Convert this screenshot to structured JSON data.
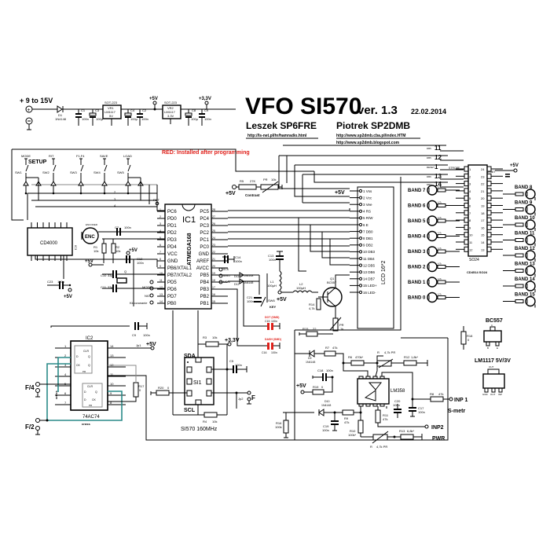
{
  "title": {
    "main": "VFO SI570",
    "version": "ver. 1.3",
    "date": "22.02.2014",
    "author1": "Leszek SP6FRE",
    "author1_url": "http://ls-net.pl/hr/hamradio.html",
    "author2": "Piotrek SP2DMB",
    "author2_url1": "http://www.sp2dmb.cba.pl/index.HTM",
    "author2_url2": "http://www.sp2dmb.blogspot.com"
  },
  "note": {
    "text": "RED: Installed after programming",
    "color": "#e0201a"
  },
  "power": {
    "input_label": "+ 9 to 15V",
    "d1": "D1",
    "d1_val": "1N4148",
    "c1": "C1",
    "c1_val": "100n",
    "c3": "C3",
    "c3_val": "100µ",
    "vr1_pkg": "SOT-223",
    "vr1": "VR1",
    "vr1_part": "LM1117",
    "vr1_v": "5V",
    "c4": "C4",
    "c4_val": "100µ",
    "c2": "C2",
    "c2_val": "100n",
    "rail5": "+5V",
    "vr2_pkg": "SOT-223",
    "vr2": "VR2",
    "vr2_part": "LM1117",
    "vr2_v": "3.3V",
    "c8": "C8",
    "c8_val": "100µ",
    "c9": "C9",
    "c9_val": "100n",
    "rail33": "+3,3V"
  },
  "switches": {
    "setup_label": "SETUP",
    "items": [
      {
        "label": "MODE",
        "ref": "SW1"
      },
      {
        "label": "RIT",
        "ref": "SW2"
      },
      {
        "label": "F1,F4",
        "ref": "SW3"
      },
      {
        "label": "SAVE",
        "ref": "SW4"
      },
      {
        "label": "LOAD",
        "ref": "SW5"
      }
    ],
    "bus": [
      "1",
      "2",
      "3",
      "4"
    ]
  },
  "cd4000": {
    "name": "CD4000",
    "ref": "IC3",
    "c23": "C23",
    "c23_val": "100n",
    "vcc": "+5V"
  },
  "encoder": {
    "label": "ENC",
    "ref": "ENCODER"
  },
  "passives_left": {
    "c7": "C7",
    "c7_val": "100n",
    "r1": "R1",
    "r1_val": "10k",
    "r2": "R2",
    "r2_val": "10k",
    "vcc": "+5V",
    "vcc2": "+5V",
    "c12": "C12",
    "c12_val": "100n",
    "c10": "C10",
    "c10_val": "33p",
    "c11": "C11",
    "c11_val": "33p",
    "xtal": "Q",
    "mode_sw": "MODE",
    "nic": "NIC",
    "kluczowanie": "Kluczowanie",
    "rst": "RST"
  },
  "ic1": {
    "ref": "IC1",
    "part": "ATMEGA168",
    "left_pins": [
      {
        "num": "1",
        "name": "PC6"
      },
      {
        "num": "2",
        "name": "PD0"
      },
      {
        "num": "3",
        "name": "PD1"
      },
      {
        "num": "4",
        "name": "PD2"
      },
      {
        "num": "5",
        "name": "PD3"
      },
      {
        "num": "6",
        "name": "PD4"
      },
      {
        "num": "7",
        "name": "VCC"
      },
      {
        "num": "8",
        "name": "GND"
      },
      {
        "num": "9",
        "name": "PB6/XTAL1"
      },
      {
        "num": "10",
        "name": "PB7/XTAL2"
      },
      {
        "num": "11",
        "name": "PD5"
      },
      {
        "num": "12",
        "name": "PD6"
      },
      {
        "num": "13",
        "name": "PD7"
      },
      {
        "num": "14",
        "name": "PB0"
      }
    ],
    "right_pins": [
      {
        "num": "28",
        "name": "PC5"
      },
      {
        "num": "27",
        "name": "PC4"
      },
      {
        "num": "26",
        "name": "PC3"
      },
      {
        "num": "25",
        "name": "PC2"
      },
      {
        "num": "24",
        "name": "PC1"
      },
      {
        "num": "23",
        "name": "PC0"
      },
      {
        "num": "22",
        "name": "GND"
      },
      {
        "num": "21",
        "name": "AREF"
      },
      {
        "num": "20",
        "name": "AVCC"
      },
      {
        "num": "19",
        "name": "PB5"
      },
      {
        "num": "18",
        "name": "PB4"
      },
      {
        "num": "17",
        "name": "PB3"
      },
      {
        "num": "16",
        "name": "PB2"
      },
      {
        "num": "15",
        "name": "PB1"
      }
    ]
  },
  "mid": {
    "c14": "C14",
    "c14_val": "100n",
    "c13": "C13",
    "c13_val": "100n",
    "sck": "SCK",
    "miso": "MISO",
    "mosi": "MOSI",
    "d11": "D11",
    "d11_val": "1N4148",
    "d12": "D12",
    "d12_val": "1N4148",
    "l1": "L1",
    "l1_val": "100µH",
    "l2": "L2",
    "l2_val": "100µH",
    "vcc": "+5V",
    "c21": "C21",
    "c21_val": "100n",
    "sw6": "SW6",
    "key": "KEY",
    "c15_title": "DOT (SMD)",
    "c15": "C15",
    "c15_val": "100n",
    "c16_title": "DASH (SMD)",
    "c16": "C16",
    "c16_val": "100n",
    "q1": "Q1",
    "q1_part": "BC557",
    "r14": "R14",
    "r14_val": "4,7k",
    "r15": "R15",
    "r15_val": "22",
    "pr": "PR",
    "pr_val": "1k"
  },
  "contrast": {
    "r5": "R5",
    "r5_val": "27K",
    "pr": "PR",
    "pr_val": "10k",
    "label": "Contrast",
    "vcc": "+5V"
  },
  "lcd": {
    "label": "LCD 16*2",
    "vcc": "+5V",
    "pins": [
      "1 Vss",
      "2 Vcc",
      "3 Vee",
      "4 RS",
      "5 R/W",
      "6 E",
      "7 DB0",
      "8 DB1",
      "9 DB2",
      "10 DB3",
      "11 DB4",
      "12 DB5",
      "13 DB6",
      "14 DB7",
      "15 LED+",
      "16 LED-"
    ]
  },
  "decoder": {
    "inputs": [
      {
        "sig": "DB5",
        "num": "11"
      },
      {
        "sig": "DB5",
        "num": "12"
      },
      {
        "sig": "RESET",
        "num": "1"
      },
      {
        "sig": "DB6",
        "num": "13"
      },
      {
        "sig": "DB7",
        "num": "14"
      }
    ],
    "strobe": "STROBE",
    "inhibit": "INHIBIT",
    "vcc": "+5V",
    "ref": "SO24",
    "caption": "CD4514 SO24",
    "left_pins": [
      "1",
      "2",
      "3",
      "4",
      "5",
      "6",
      "7",
      "8",
      "9",
      "10",
      "11",
      "12"
    ],
    "right_pins": [
      "24",
      "23",
      "22",
      "21",
      "20",
      "19",
      "18",
      "17",
      "16",
      "15",
      "14",
      "13"
    ]
  },
  "bands_left": [
    "BAND 7",
    "BAND 6",
    "BAND 5",
    "BAND 4",
    "BAND 3",
    "BAND 2",
    "BAND 1",
    "BAND 0"
  ],
  "bands_right": [
    "BAND 8",
    "BAND 9",
    "BAND 10",
    "BAND 11",
    "BAND 12",
    "BAND 13",
    "BAND 14",
    "BAND 15"
  ],
  "band_res": "4.7k",
  "ic2": {
    "ref": "IC2",
    "part": "74AC74",
    "left_pins": [
      "1",
      "2",
      "3",
      "4",
      "5",
      "6",
      "7"
    ],
    "right_pins": [
      "14",
      "13",
      "12",
      "11",
      "10",
      "9",
      "8"
    ],
    "ff_labels": {
      "clr": "CLR",
      "d": "D",
      "q": "Q",
      "ck": "CK",
      "pr": "PR"
    },
    "cross_v": "cross",
    "cross_h": "cross",
    "f4": "F/4",
    "f2": "F/2",
    "c9": "C9",
    "c9_val": "100n",
    "jp1": "Jp1",
    "vcc": "+5V",
    "r17": "R17",
    "r17_val": "0"
  },
  "si570": {
    "ref": "SI1",
    "sda": "SDA",
    "scl": "SCL",
    "caption": "SI570 160MHz",
    "r3": "R3",
    "r3_val": "10k",
    "r4": "R4",
    "r4_val": "10k",
    "r20": "R20",
    "r20_val": "0",
    "c5": "C5",
    "c5_val": "100n",
    "vcc": "+3,3V",
    "jp2": "Jp2",
    "f_out": "F"
  },
  "meter": {
    "d9": "D9",
    "d9_val": "1N4148",
    "r7": "R7",
    "r7_val": "47k",
    "r6": "R6",
    "r6_val": "470k*",
    "r_pr": "R",
    "r_pr_val": "4,7k PR",
    "r12": "R12",
    "r12_val": "1,8k*",
    "c18": "C18",
    "c18_val": "100n",
    "vcc": "+5V",
    "r19": "R19",
    "r19_val": "0",
    "opamp": "LM358",
    "r8": "R8",
    "r8_val": "47k",
    "inp1": "INP 1",
    "smetr": "S-metr",
    "c20": "C20",
    "c20_val": "100n",
    "c17": "C17",
    "c17_val": "100n",
    "d10": "D10",
    "d10_val": "1N4148",
    "r9": "R9",
    "r9_val": "47k",
    "c19": "C19",
    "c19_val": "100n",
    "r10": "R10",
    "r10_val": "100k*",
    "r11": "R11",
    "r11_val": "47k",
    "inp2": "INP2",
    "pwr": "PWR",
    "r16": "R16",
    "r16_val": "100k",
    "r13": "R13",
    "r13_val": "6,8k*",
    "r_pr2": "R",
    "r_pr2_val": "4,7k PR",
    "r18": "R18",
    "r18_val": "0"
  },
  "packages": {
    "bc557": "BC557",
    "bc557_pins": {
      "c": "C",
      "b": "B",
      "e": "E"
    },
    "lm1117": "LM1117 5V/3V",
    "lm1117_top": "OUT",
    "lm1117_pins": [
      "GND",
      "OUT",
      "INP"
    ]
  }
}
